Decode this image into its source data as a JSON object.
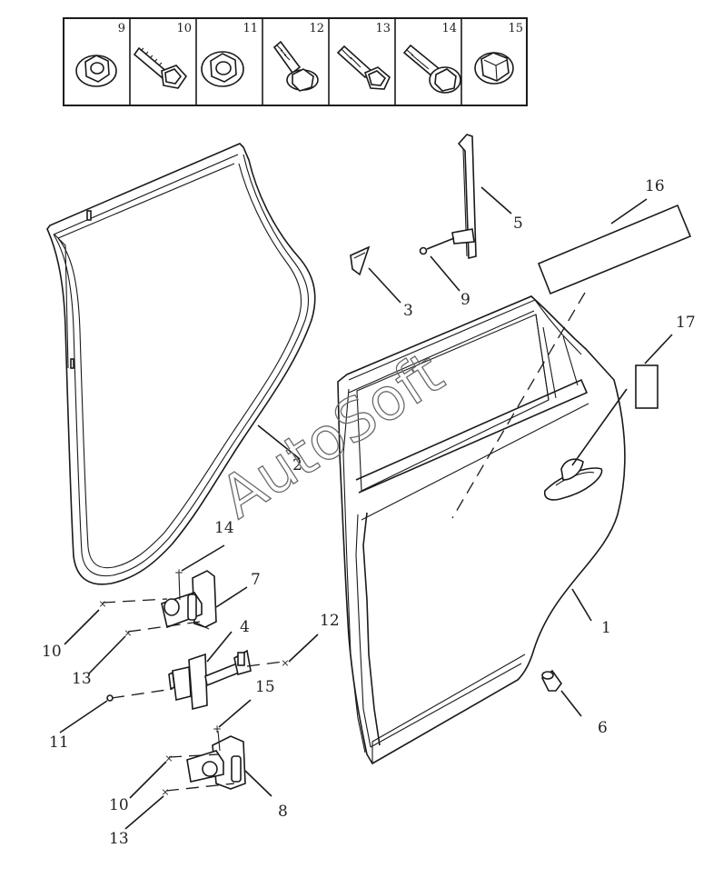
{
  "fastener_panel": {
    "cells": [
      {
        "number": "9",
        "icon": "flange-nut-icon"
      },
      {
        "number": "10",
        "icon": "bolt-icon"
      },
      {
        "number": "11",
        "icon": "flange-nut-icon"
      },
      {
        "number": "12",
        "icon": "stud-bolt-icon"
      },
      {
        "number": "13",
        "icon": "bolt-icon"
      },
      {
        "number": "14",
        "icon": "flange-bolt-icon"
      },
      {
        "number": "15",
        "icon": "hex-nut-icon"
      }
    ]
  },
  "callouts": {
    "door_shell": "1",
    "weatherstrip": "2",
    "corner_trim": "3",
    "door_check": "4",
    "window_channel": "5",
    "bumper_stop": "6",
    "upper_hinge": "7",
    "lower_hinge": "8",
    "channel_nut": "9",
    "upper_hinge_bolt": "10",
    "check_nut": "11",
    "check_bolt": "12",
    "upper_hinge_bolt_2": "13",
    "upper_hinge_fastener": "14",
    "lower_hinge_fastener": "15",
    "lower_hinge_bolt": "10",
    "lower_hinge_bolt_2": "13",
    "side_moulding": "16",
    "handle_pad": "17"
  },
  "watermark": "AutoSoft"
}
